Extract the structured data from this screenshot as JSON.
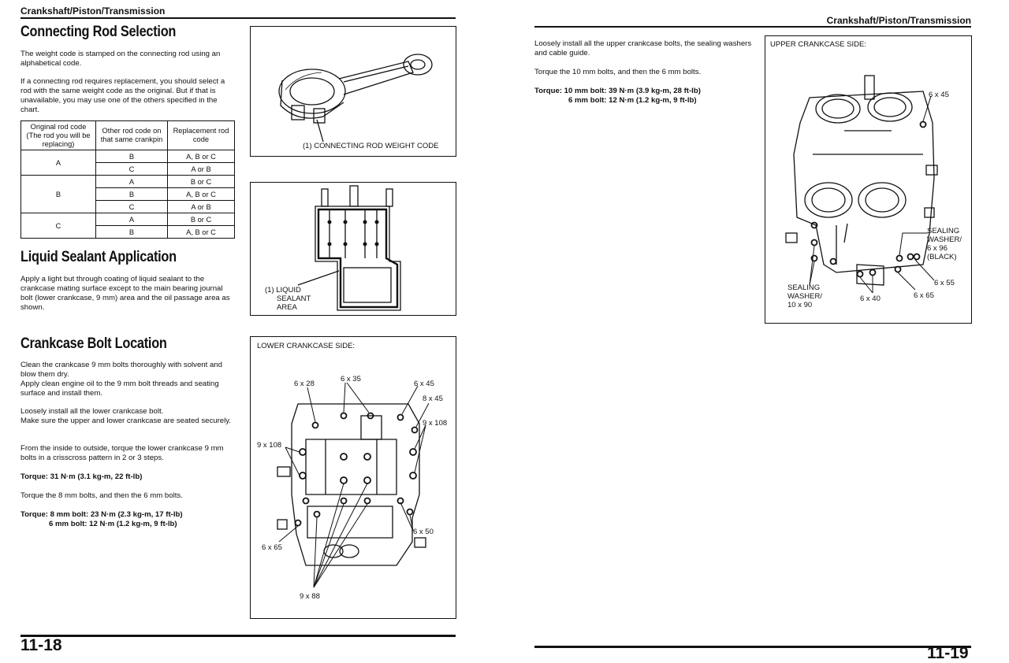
{
  "left_page": {
    "header": "Crankshaft/Piston/Transmission",
    "section1": {
      "title": "Connecting Rod Selection",
      "p1": "The weight code is stamped on the connecting rod using an alphabetical code.",
      "p2": "If a connecting rod requires replacement, you should select a rod with the same weight code as the original. But if that is unavailable, you may use one of the others specified in the chart.",
      "table": {
        "headers": [
          "Original rod code (The rod you will be replacing)",
          "Other rod code on that same crankpin",
          "Replacement rod code"
        ],
        "groups": [
          {
            "code": "A",
            "rows": [
              {
                "other": "B",
                "replacement": "A, B or C"
              },
              {
                "other": "C",
                "replacement": "A or B"
              }
            ]
          },
          {
            "code": "B",
            "rows": [
              {
                "other": "A",
                "replacement": "B or C"
              },
              {
                "other": "B",
                "replacement": "A, B or C"
              },
              {
                "other": "C",
                "replacement": "A or B"
              }
            ]
          },
          {
            "code": "C",
            "rows": [
              {
                "other": "A",
                "replacement": "B or C"
              },
              {
                "other": "B",
                "replacement": "A, B or C"
              }
            ]
          }
        ]
      }
    },
    "section2": {
      "title": "Liquid Sealant Application",
      "p1": "Apply a light but through coating of liquid sealant to the crankcase mating surface except to the main bearing journal bolt (lower crankcase, 9 mm) area and the oil passage area as shown."
    },
    "section3": {
      "title": "Crankcase Bolt Location",
      "p1a": "Clean the crankcase 9 mm bolts thoroughly with solvent and blow them dry.",
      "p1b": "Apply clean engine oil to the 9 mm bolt threads and seating surface and install them.",
      "p2a": "Loosely install all the lower crankcase bolt.",
      "p2b": "Make sure the upper and lower crankcase are seated securely.",
      "p3": "From the inside to outside, torque the lower crankcase 9 mm bolts in a crisscross pattern in 2 or 3 steps.",
      "torque1": "Torque: 31 N·m (3.1 kg-m, 22 ft-lb)",
      "p4": "Torque the 8 mm bolts, and then the 6 mm bolts.",
      "torque2a": "Torque: 8 mm bolt: 23 N·m (2.3 kg-m, 17 ft-lb)",
      "torque2b": "6 mm bolt: 12 N·m (1.2 kg-m, 9 ft-lb)"
    },
    "figure1": {
      "caption": "(1) CONNECTING ROD WEIGHT CODE"
    },
    "figure2": {
      "caption_l1": "(1) LIQUID",
      "caption_l2": "SEALANT",
      "caption_l3": "AREA"
    },
    "figure3": {
      "title": "LOWER CRANKCASE SIDE:",
      "labels": {
        "a": "6 x 28",
        "b": "6 x 35",
        "c": "6 x 45",
        "d": "8 x 45",
        "e": "9 x 108",
        "f": "9 x 108",
        "g": "6 x 50",
        "h": "6 x 65",
        "i": "9 x 88"
      }
    },
    "page_number": "11-18"
  },
  "right_page": {
    "header": "Crankshaft/Piston/Transmission",
    "p1": "Loosely install all the upper crankcase bolts, the sealing washers and cable guide.",
    "p2": "Torque the 10 mm bolts, and then the 6 mm bolts.",
    "torque_a": "Torque: 10 mm bolt: 39 N·m (3.9 kg-m, 28 ft-lb)",
    "torque_b": "6 mm bolt: 12 N·m (1.2 kg-m, 9 ft-lb)",
    "figure": {
      "title": "UPPER CRANKCASE SIDE:",
      "labels": {
        "a": "6 x 45",
        "b1": "SEALING",
        "b2": "WASHER/",
        "b3": "6 x 96",
        "b4": "(BLACK)",
        "c": "6 x 55",
        "d": "6 x 65",
        "e": "6 x 40",
        "f1": "SEALING",
        "f2": "WASHER/",
        "f3": "10 x 90"
      }
    },
    "page_number": "11-19"
  }
}
